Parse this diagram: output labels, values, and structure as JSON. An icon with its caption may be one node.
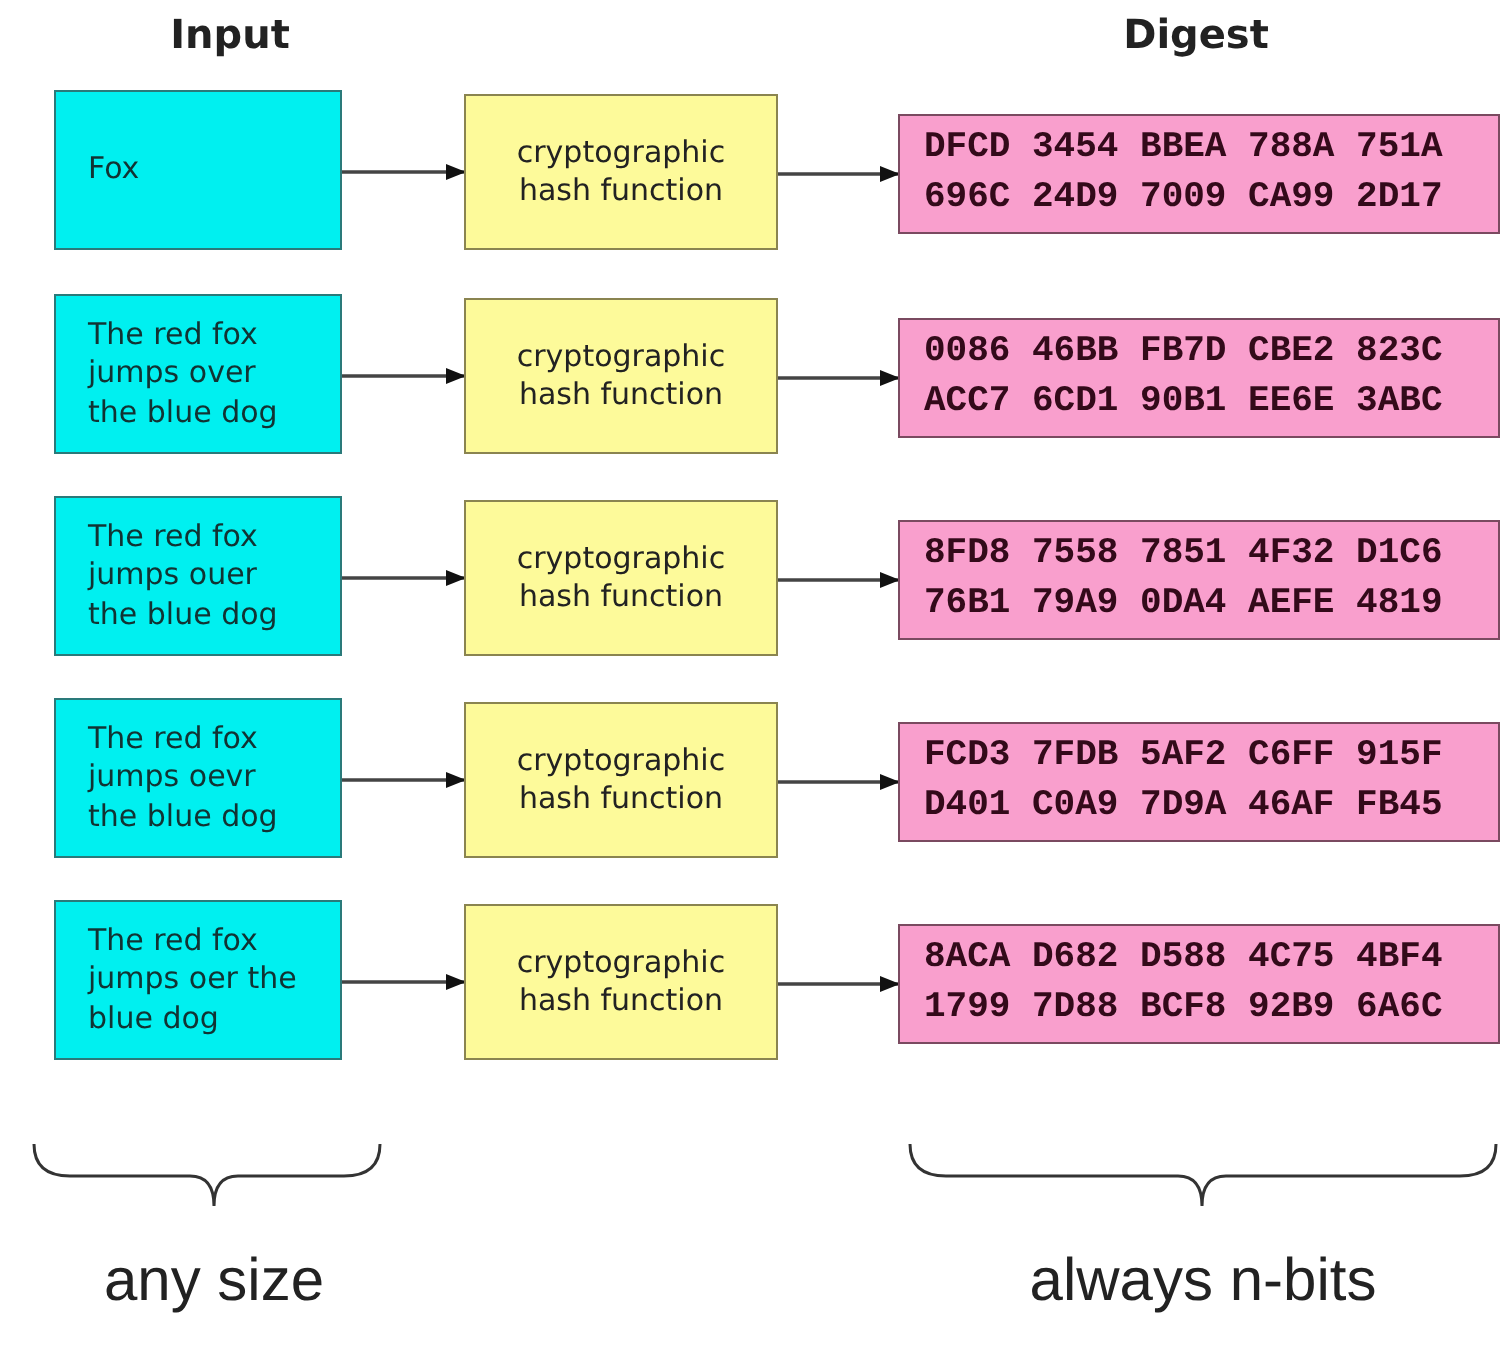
{
  "diagram": {
    "nodes": [
      {
        "text": [
          "Fox"
        ]
      },
      {
        "text": [
          "cryptographic hash function"
        ]
      },
      {
        "text": [
          "DFCD 3454 BBEA 788A 751A 696C 24D9 7009 CA99 2D17"
        ]
      },
      {
        "text": [
          "The red fox jumps over the blue dog"
        ]
      },
      {
        "text": [
          "cryptographic hash function"
        ]
      },
      {
        "text": [
          "0086 46BB FB7D CBE2 823C ACC7 6CD1 90B1 EE6E 3ABC"
        ]
      },
      {
        "text": [
          "The red fox jumps ouer the blue dog"
        ]
      },
      {
        "text": [
          "cryptographic hash function"
        ]
      },
      {
        "text": [
          "8FD8 7558 7851 4F32 D1C6 76B1 79A9 0DA4 AEFE 4819"
        ]
      },
      {
        "text": [
          "The red fox jumps oevr the blue dog"
        ]
      },
      {
        "text": [
          "cryptographic hash function"
        ]
      },
      {
        "text": [
          "FCD3 7FDB 5AF2 C6FF 915F D401 C0A9 7D9A 46AF FB45"
        ]
      },
      {
        "text": [
          "The red fox jumps oer the blue dog"
        ]
      },
      {
        "text": [
          "cryptographic hash function"
        ]
      },
      {
        "text": [
          "8ACA D682 D588 4C75 4BF4 1799 7D88 BCF8 92B9 6A6C"
        ]
      }
    ],
    "edges": [
      {
        "from": 0,
        "to": 1,
        "arrow": "to"
      },
      {
        "from": 1,
        "to": 2,
        "arrow": "to"
      },
      {
        "from": 3,
        "to": 4,
        "arrow": "to"
      },
      {
        "from": 4,
        "to": 5,
        "arrow": "to"
      },
      {
        "from": 6,
        "to": 7,
        "arrow": "to"
      },
      {
        "from": 7,
        "to": 8,
        "arrow": "to"
      },
      {
        "from": 9,
        "to": 10,
        "arrow": "to"
      },
      {
        "from": 10,
        "to": 11,
        "arrow": "to"
      },
      {
        "from": 12,
        "to": 13,
        "arrow": "to"
      },
      {
        "from": 13,
        "to": 14,
        "arrow": "to"
      }
    ],
    "labels": [
      "Input",
      "Digest",
      "any size",
      "always n-bits"
    ]
  }
}
